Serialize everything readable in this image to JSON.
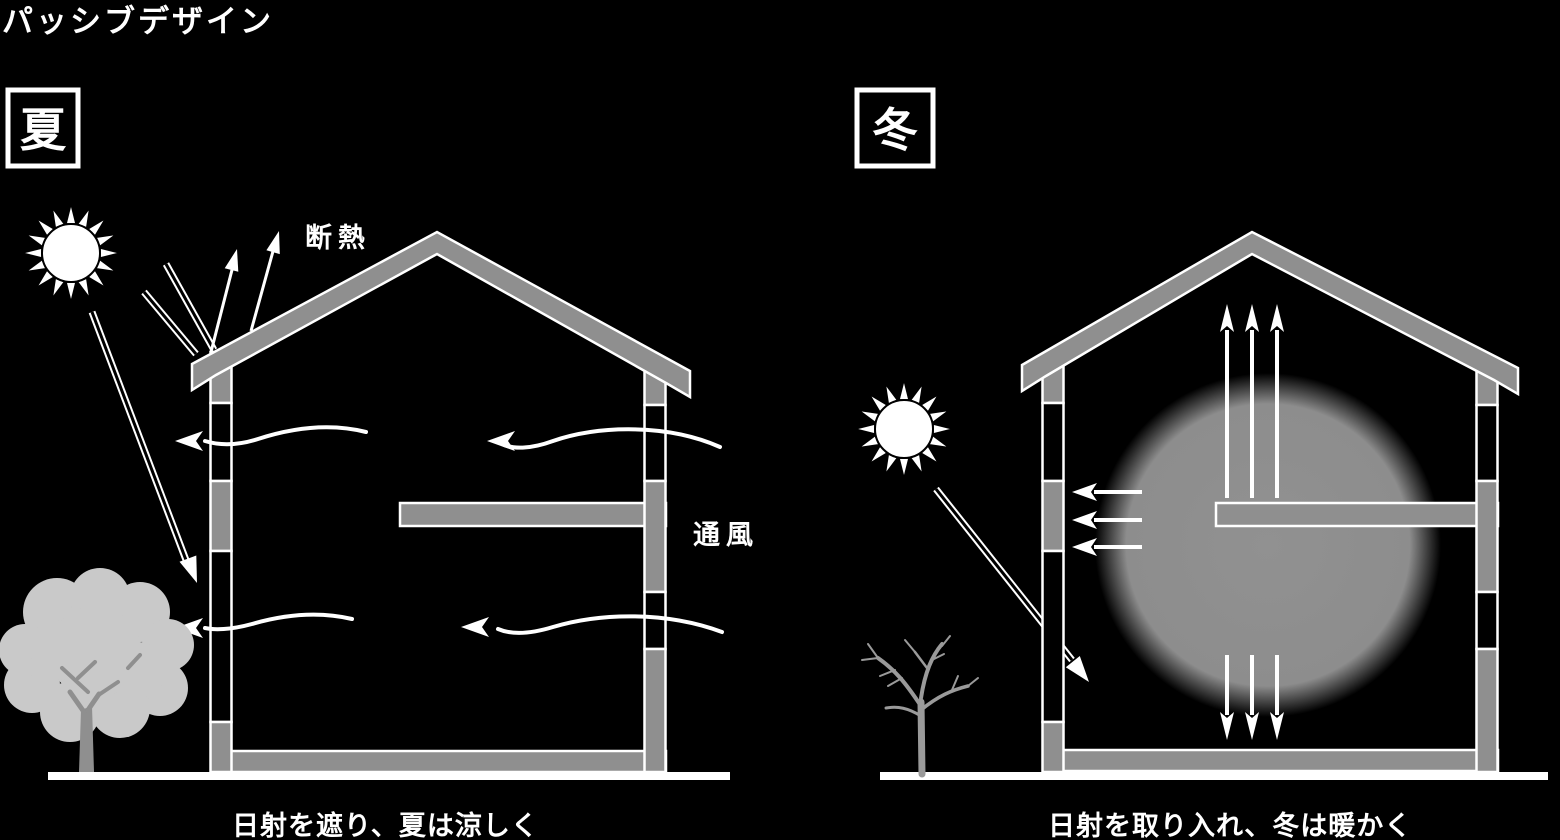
{
  "title": "パッシブデザイン",
  "summer": {
    "season": "夏",
    "labels": {
      "insulation": "断熱",
      "ventilation": "通風"
    },
    "caption": "日射を遮り、夏は涼しく"
  },
  "winter": {
    "season": "冬",
    "caption": "日射を取り入れ、冬は暖かく"
  },
  "colors": {
    "background": "#000000",
    "structure_gray": "#8f8f8f",
    "outline_white": "#ffffff",
    "text_white": "#ffffff",
    "summer_tree_canopy": "#c9c9c9",
    "tree_trunk": "#8f8f8f",
    "winter_tree": "#9a9a9a",
    "heat_mass_gray": "#8e8e8e"
  },
  "icons": {
    "summer_sun": "sun-icon",
    "winter_sun": "sun-icon",
    "summer_tree": "leafy-tree-icon",
    "winter_tree": "bare-tree-icon",
    "wind_arrows": "wind-flow-arrow",
    "heat_arrows": "heat-arrow"
  }
}
